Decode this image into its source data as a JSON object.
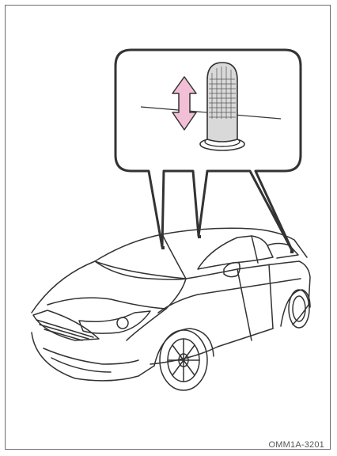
{
  "figure": {
    "code": "OMM1A-3201"
  },
  "colors": {
    "arrow_fill": "#f3bfd7",
    "arrow_stroke": "#333333",
    "line": "#333333",
    "sensor_cap": "#d9d9d9"
  },
  "icons": {
    "arrow": "double-headed-vertical-arrow",
    "sensor": "roof-antenna-sensor",
    "vehicle": "sedan-car-outline"
  }
}
